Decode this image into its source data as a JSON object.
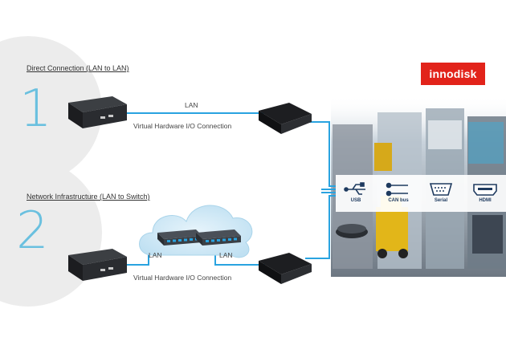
{
  "section1": {
    "title": "Direct Connection (LAN to LAN)",
    "number": "1",
    "lan_label": "LAN",
    "connection_label": "Virtual Hardware I/O Connection"
  },
  "section2": {
    "title": "Network Infrastructure (LAN to Switch)",
    "number": "2",
    "lan_left": "LAN",
    "lan_right": "LAN",
    "connection_label": "Virtual Hardware I/O Connection"
  },
  "brand": {
    "logo_text": "innodisk",
    "color": "#e2231a"
  },
  "ports": [
    {
      "icon": "usb-icon",
      "label": "USB"
    },
    {
      "icon": "can-bus-icon",
      "label": "CAN bus"
    },
    {
      "icon": "serial-icon",
      "label": "Serial"
    },
    {
      "icon": "hdmi-icon",
      "label": "HDMI"
    }
  ],
  "colors": {
    "accent": "#6ac0df",
    "line": "#29a3e0"
  }
}
